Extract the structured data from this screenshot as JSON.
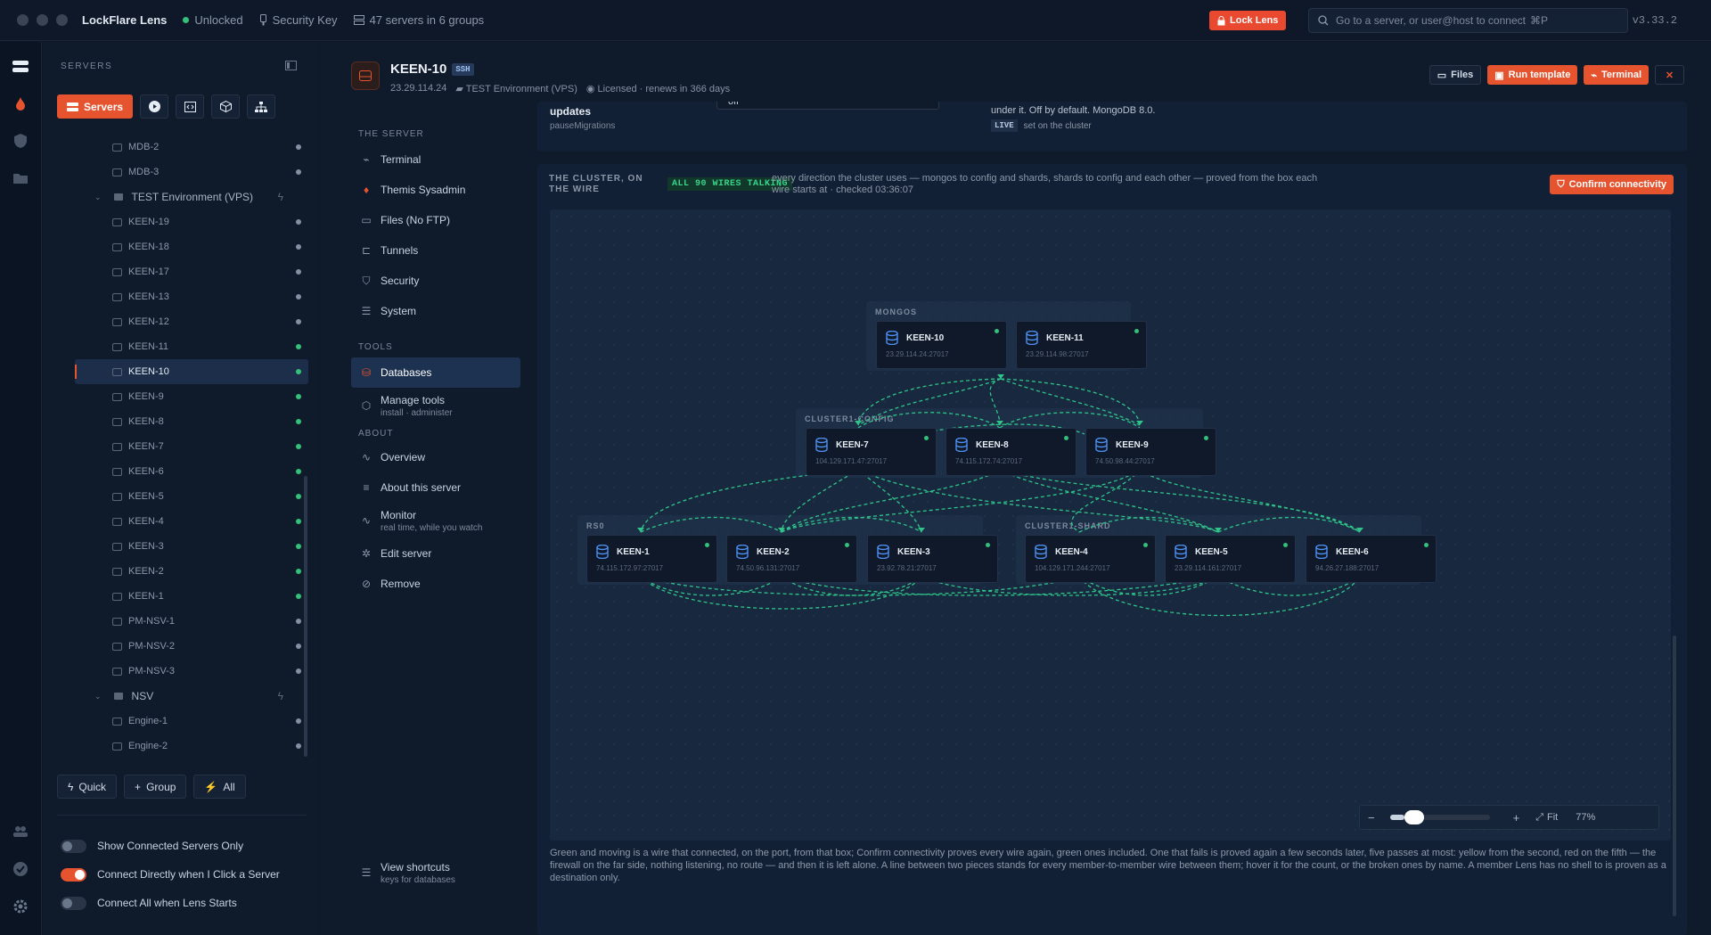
{
  "app": {
    "title": "LockFlare Lens",
    "status": "Unlocked",
    "security_key": "Security Key",
    "servers_count": "47 servers in 6 groups",
    "lock_label": "Lock Lens",
    "search_placeholder": "Go to a server, or user@host to connect",
    "search_shortcut": "⌘P",
    "version": "v3.33.2"
  },
  "sidebar": {
    "heading": "SERVERS",
    "active_tab": "Servers",
    "tree": [
      {
        "type": "srv",
        "label": "MDB-2",
        "on": false
      },
      {
        "type": "srv",
        "label": "MDB-3",
        "on": false
      },
      {
        "type": "grp",
        "label": "TEST Environment (VPS)"
      },
      {
        "type": "srv",
        "label": "KEEN-19",
        "on": false
      },
      {
        "type": "srv",
        "label": "KEEN-18",
        "on": false
      },
      {
        "type": "srv",
        "label": "KEEN-17",
        "on": false
      },
      {
        "type": "srv",
        "label": "KEEN-13",
        "on": false
      },
      {
        "type": "srv",
        "label": "KEEN-12",
        "on": false
      },
      {
        "type": "srv",
        "label": "KEEN-11",
        "on": true
      },
      {
        "type": "srv",
        "label": "KEEN-10",
        "on": true,
        "selected": true
      },
      {
        "type": "srv",
        "label": "KEEN-9",
        "on": true
      },
      {
        "type": "srv",
        "label": "KEEN-8",
        "on": true
      },
      {
        "type": "srv",
        "label": "KEEN-7",
        "on": true
      },
      {
        "type": "srv",
        "label": "KEEN-6",
        "on": true
      },
      {
        "type": "srv",
        "label": "KEEN-5",
        "on": true
      },
      {
        "type": "srv",
        "label": "KEEN-4",
        "on": true
      },
      {
        "type": "srv",
        "label": "KEEN-3",
        "on": true
      },
      {
        "type": "srv",
        "label": "KEEN-2",
        "on": true
      },
      {
        "type": "srv",
        "label": "KEEN-1",
        "on": true
      },
      {
        "type": "srv",
        "label": "PM-NSV-1",
        "on": false
      },
      {
        "type": "srv",
        "label": "PM-NSV-2",
        "on": false
      },
      {
        "type": "srv",
        "label": "PM-NSV-3",
        "on": false
      },
      {
        "type": "grp",
        "label": "NSV"
      },
      {
        "type": "srv",
        "label": "Engine-1",
        "on": false
      },
      {
        "type": "srv",
        "label": "Engine-2",
        "on": false
      }
    ],
    "buttons": {
      "quick": "Quick",
      "group": "Group",
      "all": "All"
    },
    "toggles": [
      {
        "label": "Show Connected Servers Only",
        "on": false
      },
      {
        "label": "Connect Directly when I Click a Server",
        "on": true
      },
      {
        "label": "Connect All when Lens Starts",
        "on": false
      }
    ]
  },
  "server": {
    "name": "KEEN-10",
    "protocol": "SSH",
    "ip": "23.29.114.24",
    "group": "TEST Environment (VPS)",
    "license": "Licensed · renews in 366 days",
    "actions": {
      "files": "Files",
      "run_template": "Run template",
      "terminal": "Terminal"
    }
  },
  "nav": {
    "sec_server": "THE SERVER",
    "terminal": "Terminal",
    "themis": "Themis Sysadmin",
    "files": "Files (No FTP)",
    "tunnels": "Tunnels",
    "security": "Security",
    "system": "System",
    "sec_tools": "TOOLS",
    "databases": "Databases",
    "manage_tools": "Manage tools",
    "manage_tools_sub": "install · administer",
    "sec_about": "ABOUT",
    "overview": "Overview",
    "about_server": "About this server",
    "monitor": "Monitor",
    "monitor_sub": "real time, while you watch",
    "edit": "Edit server",
    "remove": "Remove",
    "shortcuts": "View shortcuts",
    "shortcuts_sub": "keys for databases"
  },
  "top_setting": {
    "title": "updates",
    "key": "pauseMigrations",
    "value": "off",
    "desc": "under it. Off by default. MongoDB 8.0.",
    "live": "LIVE",
    "live_note": "set on the cluster"
  },
  "cluster": {
    "title": "THE CLUSTER, ON THE WIRE",
    "badge": "ALL 90 WIRES TALKING",
    "desc": "every direction the cluster uses — mongos to config and shards, shards to config and each other — proved from the box each wire starts at · checked 03:36:07",
    "confirm": "Confirm connectivity",
    "groups": {
      "mongos": "MONGOS",
      "config": "CLUSTER1-CONFIG",
      "rs0": "RS0",
      "shard": "CLUSTER1-SHARD"
    },
    "nodes": [
      {
        "name": "KEEN-10",
        "addr": "23.29.114.24:27017"
      },
      {
        "name": "KEEN-11",
        "addr": "23.29.114.98:27017"
      },
      {
        "name": "KEEN-7",
        "addr": "104.129.171.47:27017"
      },
      {
        "name": "KEEN-8",
        "addr": "74.115.172.74:27017"
      },
      {
        "name": "KEEN-9",
        "addr": "74.50.98.44:27017"
      },
      {
        "name": "KEEN-1",
        "addr": "74.115.172.97:27017"
      },
      {
        "name": "KEEN-2",
        "addr": "74.50.96.131:27017"
      },
      {
        "name": "KEEN-3",
        "addr": "23.92.78.21:27017"
      },
      {
        "name": "KEEN-4",
        "addr": "104.129.171.244:27017"
      },
      {
        "name": "KEEN-5",
        "addr": "23.29.114.161:27017"
      },
      {
        "name": "KEEN-6",
        "addr": "94.26.27.188:27017"
      }
    ],
    "zoom": {
      "fit": "Fit",
      "percent": "77%",
      "level": 0.15
    },
    "footnote": "Green and moving is a wire that connected, on the port, from that box; Confirm connectivity proves every wire again, green ones included. One that fails is proved again a few seconds later, five passes at most: yellow from the second, red on the fifth — the firewall on the far side, nothing listening, no route — and then it is left alone. A line between two pieces stands for every member-to-member wire between them; hover it for the count, or the broken ones by name. A member Lens has no shell to is proven as a destination only."
  },
  "colors": {
    "accent": "#e5532f",
    "ok": "#33c07a",
    "wire": "#2fc48a"
  }
}
